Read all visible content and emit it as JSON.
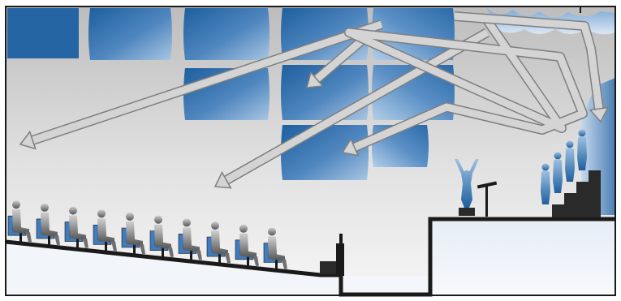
{
  "diagram": {
    "panel_rows": [
      [
        {
          "w": 1
        },
        {
          "w": 1
        },
        {
          "w": 1
        },
        {
          "w": 1
        },
        {
          "w": 0.8
        }
      ],
      [
        {
          "w": 1
        },
        {
          "w": 1
        },
        {
          "w": 1
        }
      ],
      [
        {
          "w": 1
        },
        {
          "w": 1
        }
      ]
    ],
    "audience_count": 10,
    "choir_count": 4,
    "colors": {
      "panel_dark": "#1d5f9e",
      "panel_light": "#a9c6e2",
      "figure_blue": "#2f6ea8",
      "figure_gray": "#6e6e6e",
      "seat_blue": "#3f7bbd",
      "outline": "#1a1a1a",
      "arrow_fill": "#d4d4d4",
      "arrow_edge": "#7f7f7f",
      "hall_top": "#b9b9b9",
      "hall_bottom": "#f4f4f4",
      "floor_fill": "#e9eff7"
    }
  }
}
